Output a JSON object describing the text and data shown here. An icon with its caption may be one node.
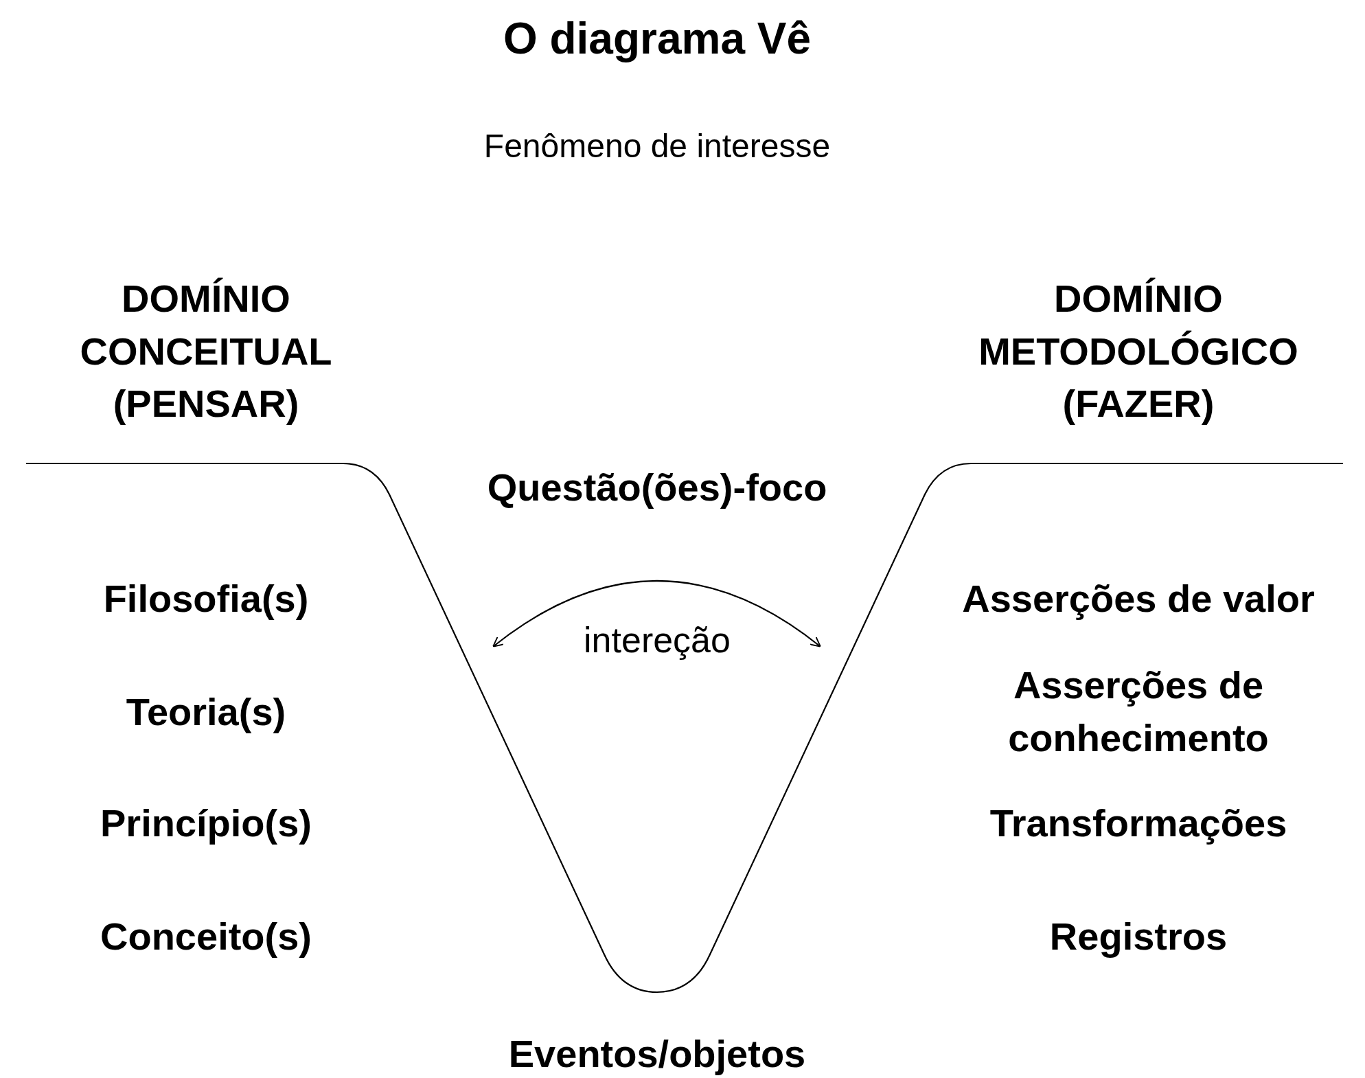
{
  "diagram": {
    "title": "O diagrama Vê",
    "labels": [
      "Fenômeno de interesse",
      "DOMÍNIO CONCEITUAL (PENSAR)",
      "DOMÍNIO METODOLÓGICO (FAZER)",
      "Questão(ões)-foco",
      "Filosofia(s)",
      "Asserções de valor",
      "intereção",
      "Teoria(s)",
      "Asserções de conhecimento",
      "Princípio(s)",
      "Transformações",
      "Conceito(s)",
      "Registros",
      "Eventos/objetos"
    ]
  }
}
